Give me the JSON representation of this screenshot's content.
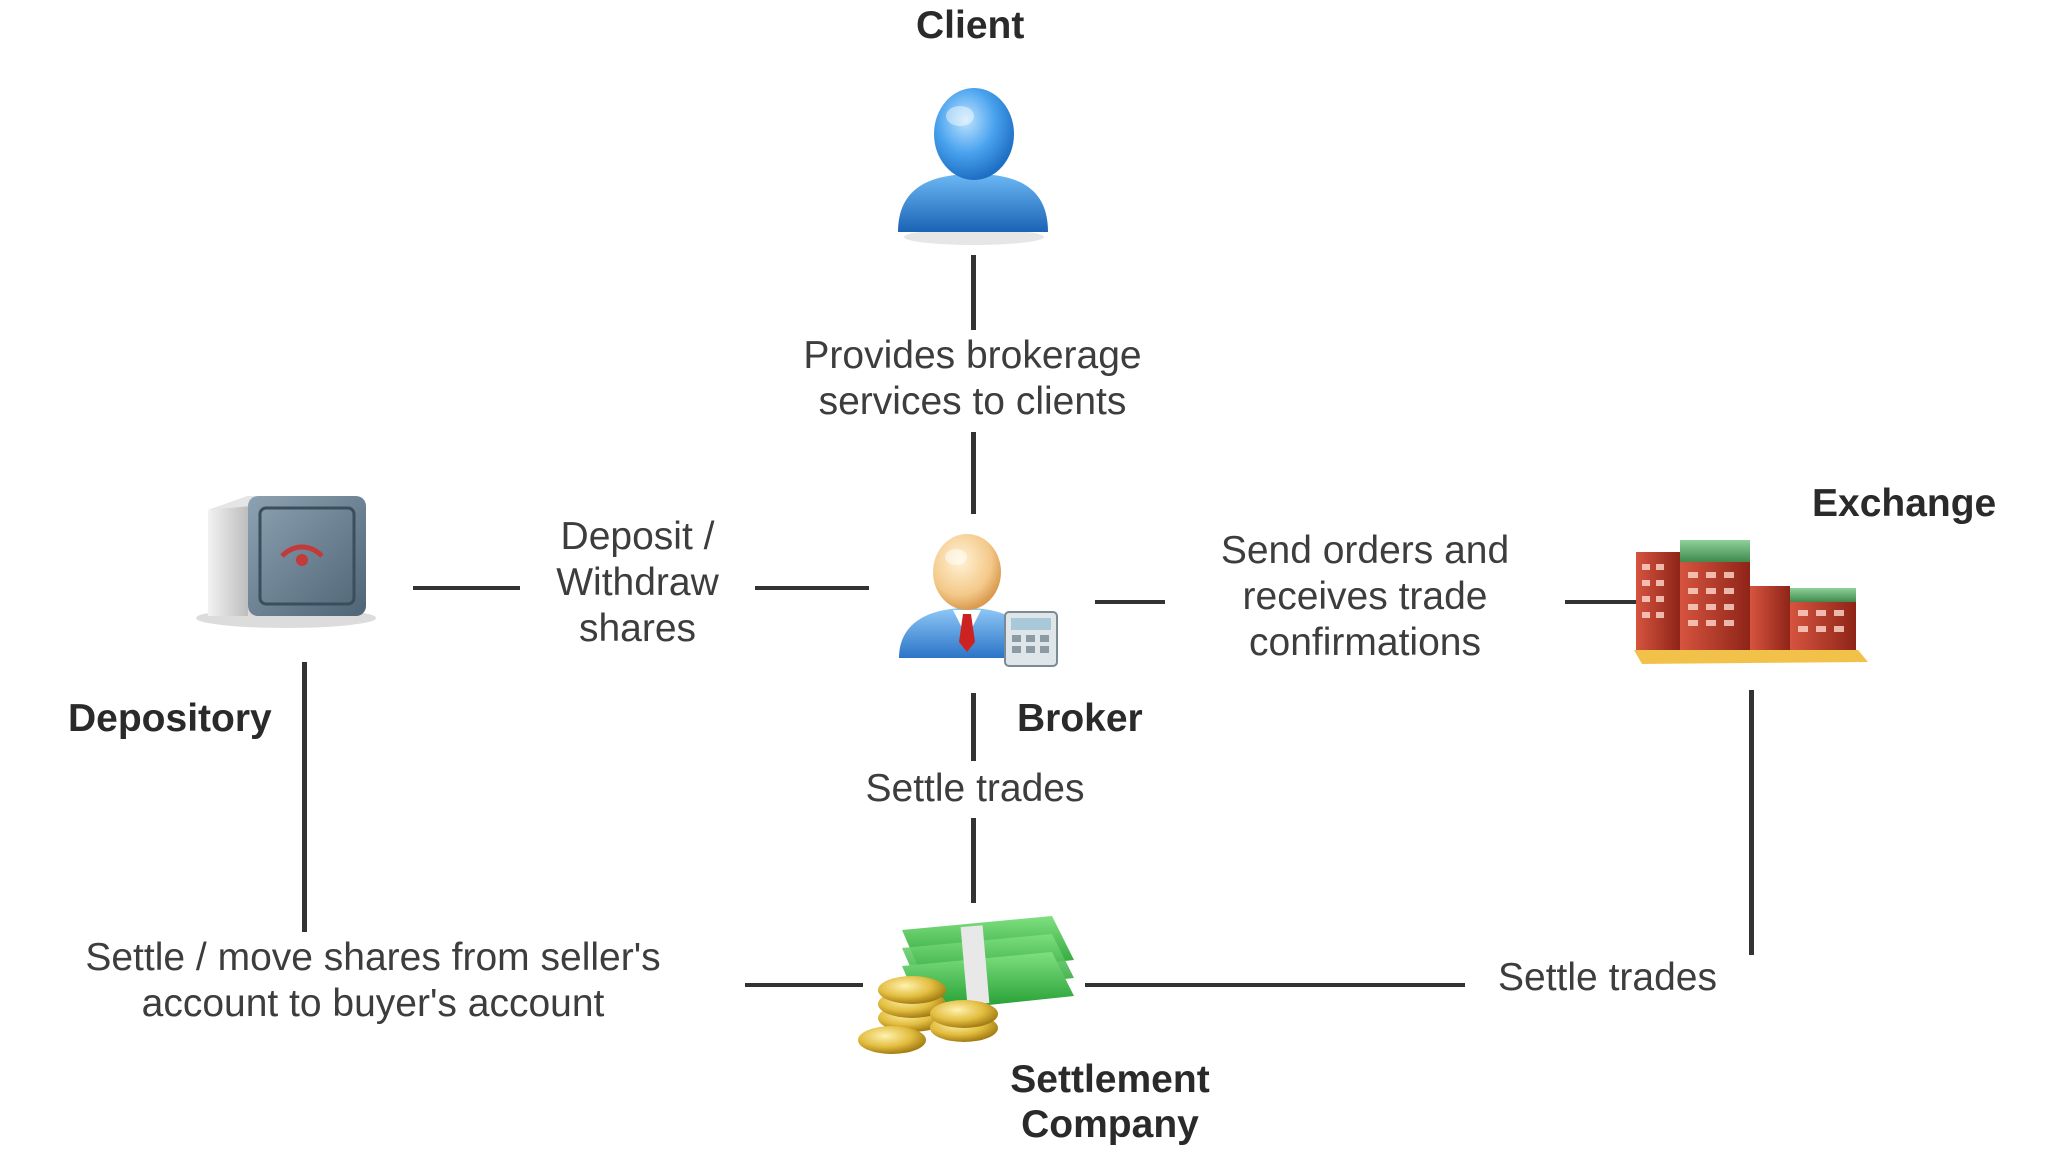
{
  "nodes": {
    "client": {
      "title": "Client",
      "icon": "client-person-icon"
    },
    "broker": {
      "title": "Broker",
      "icon": "broker-person-icon"
    },
    "depository": {
      "title": "Depository",
      "icon": "safe-icon"
    },
    "exchange": {
      "title": "Exchange",
      "icon": "buildings-icon"
    },
    "settlement": {
      "title_line1": "Settlement",
      "title_line2": "Company",
      "icon": "money-stack-icon"
    }
  },
  "edges": {
    "client_broker": {
      "line1": "Provides brokerage",
      "line2": "services to clients"
    },
    "depository_broker": {
      "line1": "Deposit /",
      "line2": "Withdraw",
      "line3": "shares"
    },
    "broker_exchange": {
      "line1": "Send orders and",
      "line2": "receives trade",
      "line3": "confirmations"
    },
    "broker_settlement": {
      "line1": "Settle trades"
    },
    "depository_settlement": {
      "line1": "Settle / move shares from seller's",
      "line2": "account to buyer's account"
    },
    "exchange_settlement": {
      "line1": "Settle trades"
    }
  },
  "colors": {
    "connector": "#333333",
    "client_icon": "#3d8fe0",
    "broker_tie": "#cc2222",
    "exchange_building": "#c0392b",
    "money_green": "#3fbf3f",
    "coin_gold": "#d9b23a"
  }
}
